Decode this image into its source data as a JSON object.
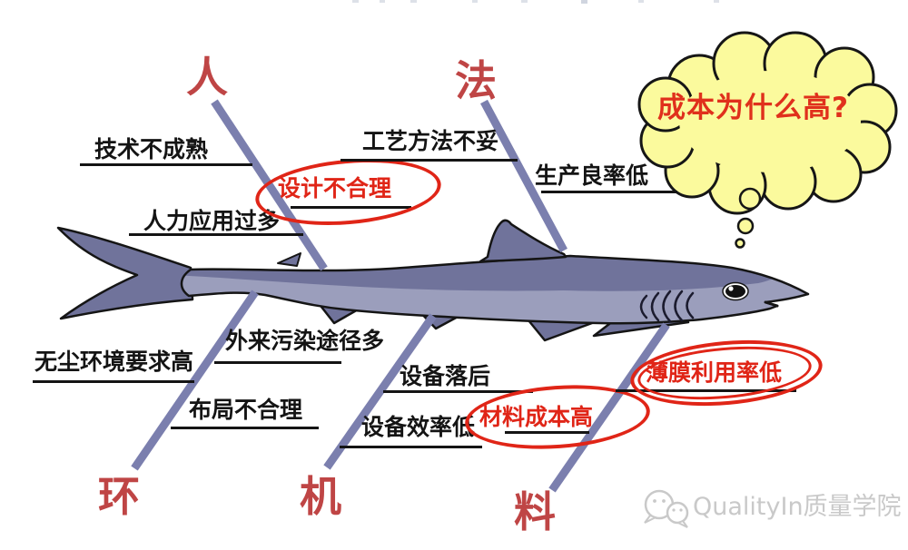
{
  "diagram": {
    "type": "fishbone",
    "question": "成本为什么高?",
    "branches": [
      {
        "label": "人",
        "position": "top-left",
        "causes": [
          {
            "text": "技术不成熟",
            "highlighted": false
          },
          {
            "text": "人力应用过多",
            "highlighted": false
          },
          {
            "text": "设计不合理",
            "highlighted": true
          }
        ]
      },
      {
        "label": "法",
        "position": "top-right",
        "causes": [
          {
            "text": "工艺方法不妥",
            "highlighted": false
          },
          {
            "text": "生产良率低",
            "highlighted": false
          }
        ]
      },
      {
        "label": "环",
        "position": "bottom-left",
        "causes": [
          {
            "text": "无尘环境要求高",
            "highlighted": false
          },
          {
            "text": "外来污染途径多",
            "highlighted": false
          },
          {
            "text": "布局不合理",
            "highlighted": false
          }
        ]
      },
      {
        "label": "机",
        "position": "bottom-middle",
        "causes": [
          {
            "text": "设备落后",
            "highlighted": false
          },
          {
            "text": "设备效率低",
            "highlighted": false
          }
        ]
      },
      {
        "label": "料",
        "position": "bottom-right",
        "causes": [
          {
            "text": "材料成本高",
            "highlighted": true
          },
          {
            "text": "薄膜利用率低",
            "highlighted": true
          }
        ]
      }
    ]
  },
  "watermark": {
    "text": "QualityIn质量学院",
    "icon": "wechat-icon"
  },
  "colors": {
    "category_red": "#bf4545",
    "highlight_red": "#e02517",
    "bubble_fill": "#fbfa9d",
    "fish_dark": "#70739b",
    "fish_light": "#9b9ebc",
    "branch_line": "#7b7fae",
    "text_black": "#141414"
  }
}
